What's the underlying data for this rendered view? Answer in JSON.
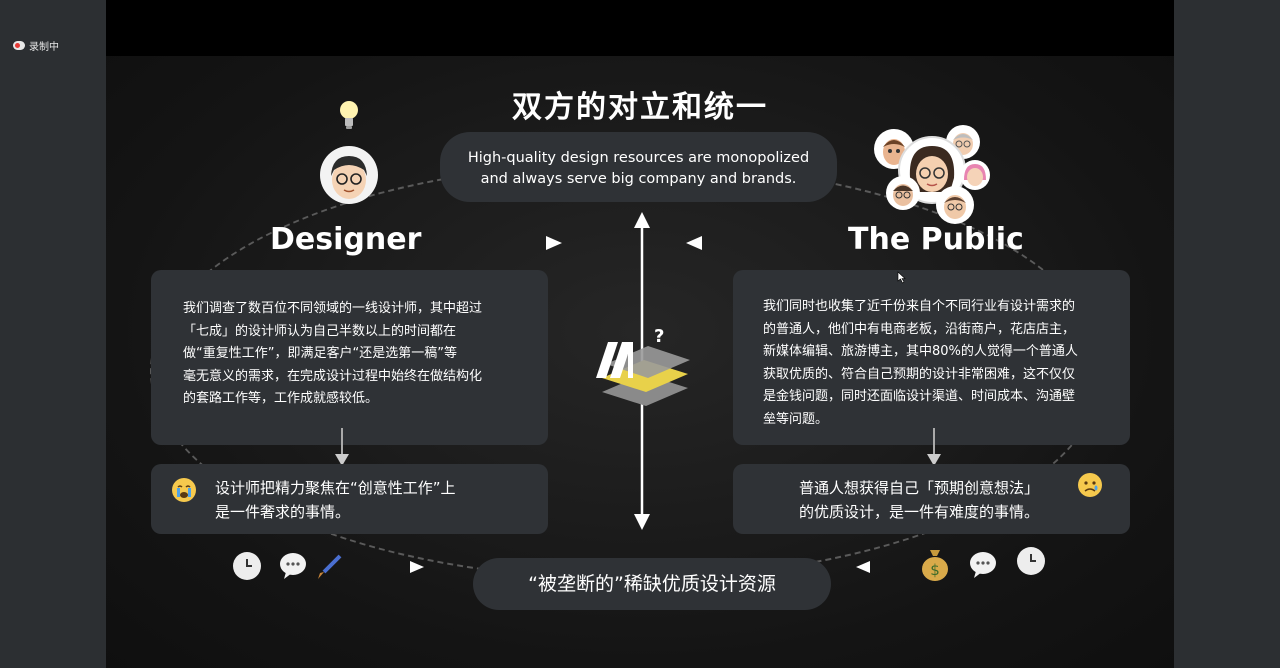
{
  "recording": {
    "label": "录制中"
  },
  "slide": {
    "title": "双方的对立和统一",
    "top_pill": {
      "line1": "High-quality design resources are monopolized",
      "line2": "and always serve big company and brands."
    },
    "designer": {
      "heading": "Designer",
      "description": [
        "我们调查了数百位不同领域的一线设计师，其中超过",
        "「七成」的设计师认为自己半数以上的时间都在",
        "做“重复性工作”，即满足客户“还是选第一稿”等",
        "毫无意义的需求，在完成设计过程中始终在做结构化",
        "的套路工作等，工作成就感较低。"
      ],
      "conclusion": [
        "设计师把精力聚焦在“创意性工作”上",
        "是一件奢求的事情。"
      ]
    },
    "public": {
      "heading": "The Public",
      "description": [
        "我们同时也收集了近千份来自个不同行业有设计需求的",
        "的普通人，他们中有电商老板，沿街商户，花店店主，",
        "新媒体编辑、旅游博主，其中80%的人觉得一个普通人",
        "获取优质的、符合自己预期的设计非常困难，这不仅仅",
        "是金钱问题，同时还面临设计渠道、时间成本、沟通壁",
        "垒等问题。"
      ],
      "conclusion": [
        "普通人想获得自己「预期创意想法」",
        "的优质设计，是一件有难度的事情。"
      ]
    },
    "bottom_pill": "“被垄断的”稀缺优质设计资源",
    "center_question": "?",
    "icons": {
      "lightbulb": "lightbulb-icon",
      "crying_emoji": "crying-face-icon",
      "sad_emoji": "sad-face-icon",
      "clock": "clock-icon",
      "speech": "speech-bubble-icon",
      "brush": "paintbrush-icon",
      "money": "money-bag-icon"
    }
  }
}
